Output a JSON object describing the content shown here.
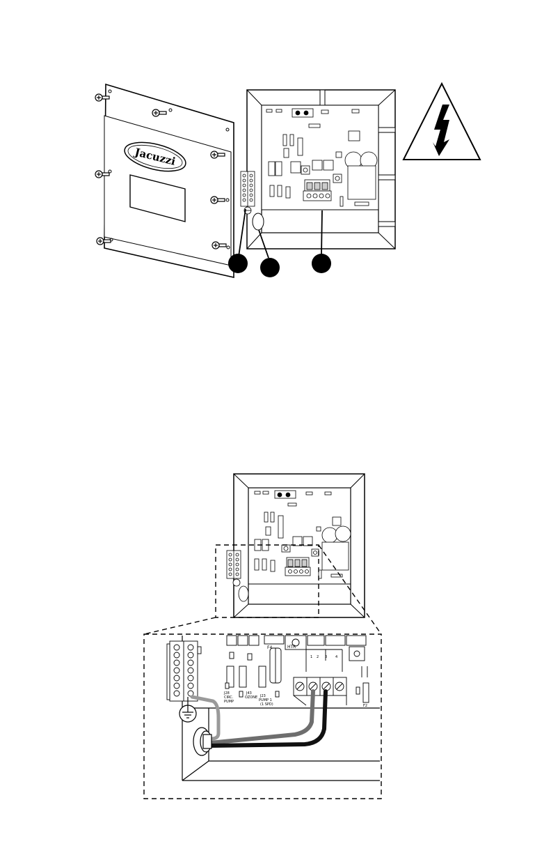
{
  "figure_top": {
    "cover_panel": {
      "logo": "Jacuzzi"
    },
    "warning_icon": "high-voltage-warning-icon",
    "callouts": [
      "",
      "",
      ""
    ]
  },
  "figure_bottom": {
    "board_labels": {
      "fuse": "F4",
      "heater": "HTR",
      "terminal_numbers": [
        "1",
        "2",
        "3",
        "4"
      ],
      "j28": "J28",
      "circ_pump": "CIRC.",
      "pump": "PUMP",
      "j43": "J43",
      "ozone": "OZONE",
      "j23": "J23",
      "pump1": "PUMP 1",
      "pump1_speed": "(1 SPD)",
      "f2": "F2"
    },
    "wire_colors": {
      "ground": "#9a9a9a",
      "line1": "#6e6e6e",
      "line2": "#111111"
    }
  }
}
